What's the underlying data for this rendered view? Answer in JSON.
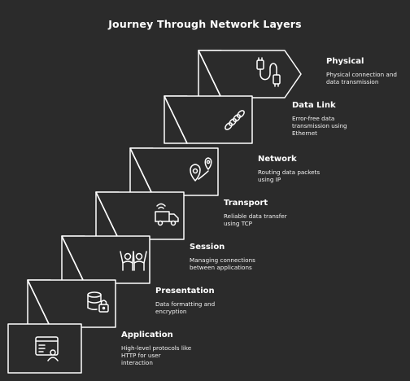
{
  "title": "Journey Through Network Layers",
  "layers": [
    {
      "name": "Physical",
      "description": "Physical connection and\ndata transmission",
      "icon": "cable-plug-icon"
    },
    {
      "name": "Data Link",
      "description": "Error-free data\ntransmission using\nEthernet",
      "icon": "chain-link-icon"
    },
    {
      "name": "Network",
      "description": "Routing data packets\nusing IP",
      "icon": "location-pins-icon"
    },
    {
      "name": "Transport",
      "description": "Reliable data transfer\nusing TCP",
      "icon": "delivery-truck-icon"
    },
    {
      "name": "Session",
      "description": "Managing connections\nbetween applications",
      "icon": "people-raising-hands-icon"
    },
    {
      "name": "Presentation",
      "description": "Data formatting and\nencryption",
      "icon": "database-lock-icon"
    },
    {
      "name": "Application",
      "description": "High-level protocols like\nHTTP for user\ninteraction",
      "icon": "app-window-user-icon"
    }
  ]
}
